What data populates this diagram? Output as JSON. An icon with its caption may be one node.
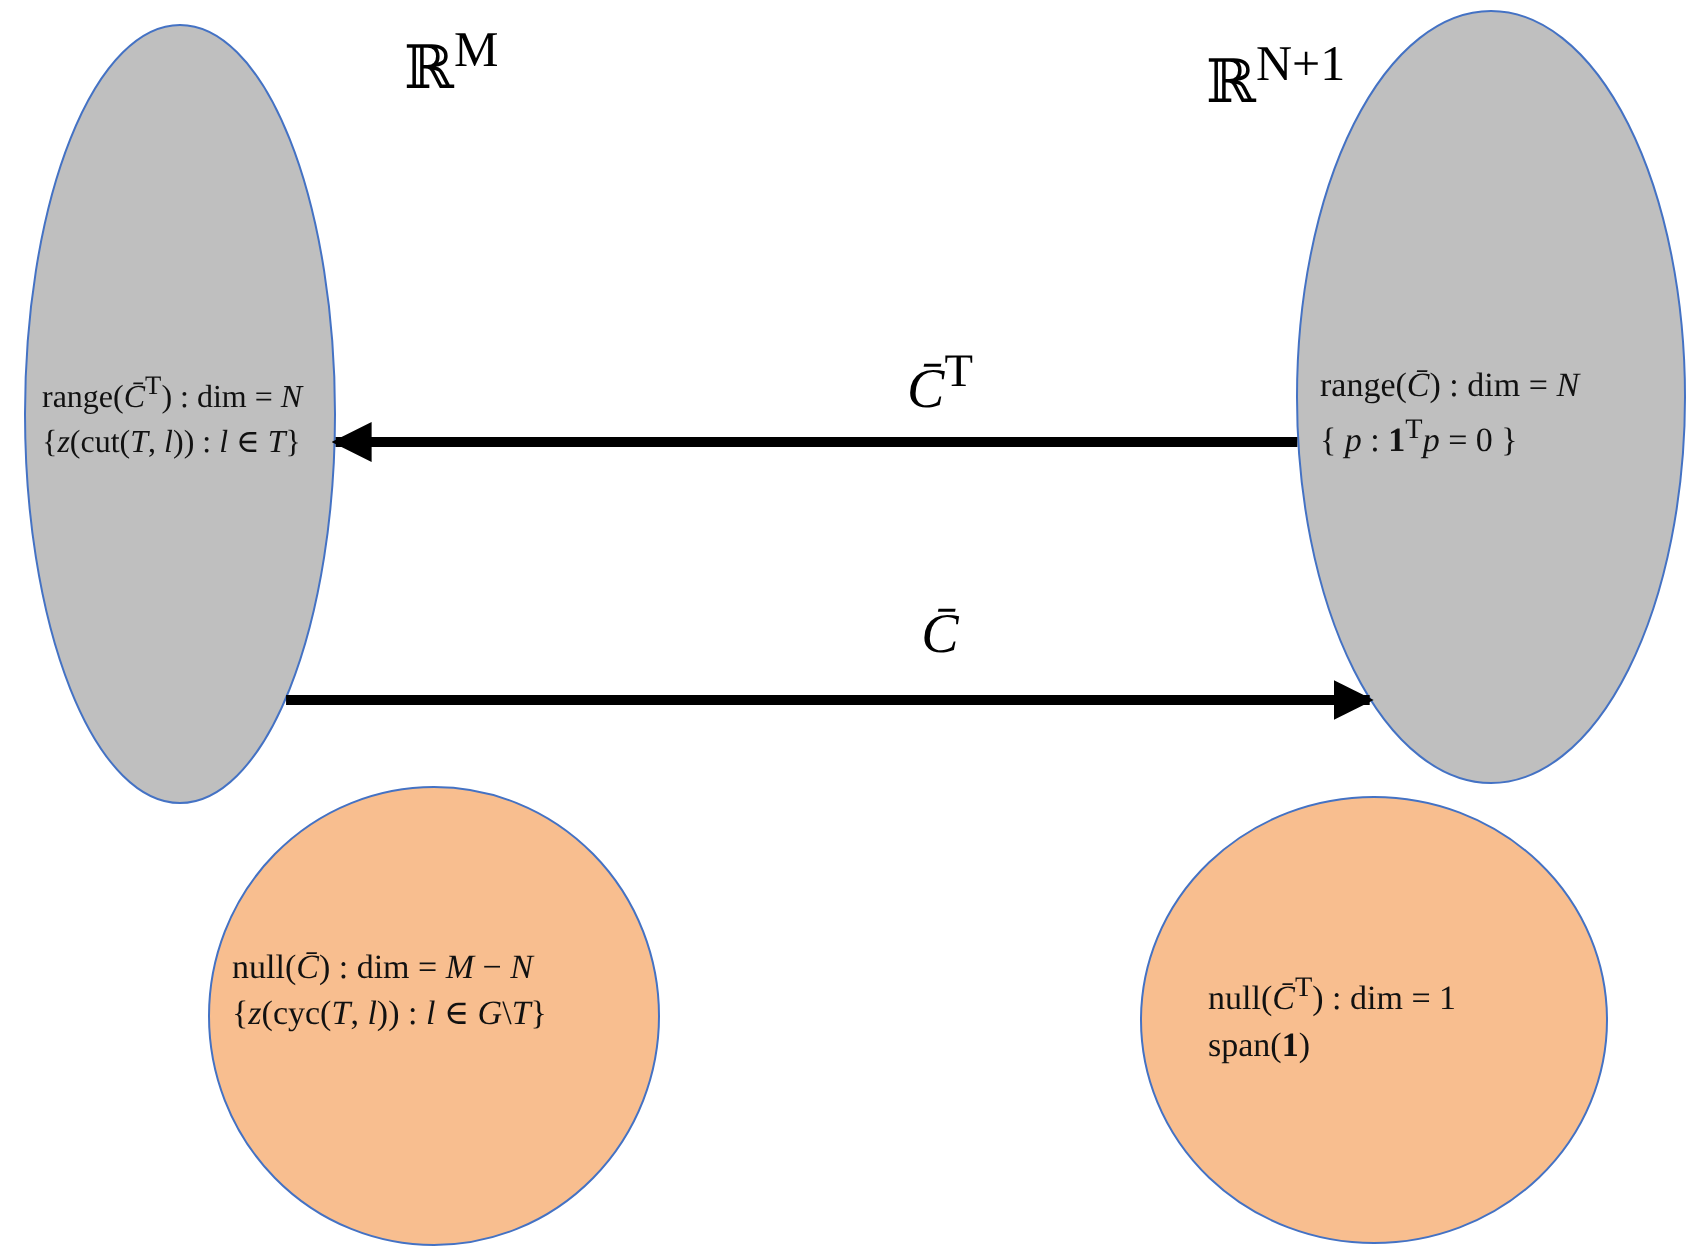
{
  "diagram": {
    "nodes": [
      {
        "text": [
          "ℝ$^{M}$",
          "range(*C̄*$^{T}$) : dim = *N*",
          "{*z*(cut(*T*, *l*)) : *l* ∈ *T*}"
        ]
      },
      {
        "text": [
          "ℝ$^{N+1}$",
          "range(*C̄*) : dim = *N*",
          "{ *p* :  **1**$^{T}$*p* = 0 }"
        ]
      },
      {
        "text": [
          "null(*C̄*) : dim = *M* − *N*",
          "{*z*(cyc(*T*, *l*)) : *l* ∈ *G*\\*T*}"
        ]
      },
      {
        "text": [
          "null(*C̄*$^{T}$) : dim = 1",
          "span(**1**)"
        ]
      }
    ],
    "edges": [
      {
        "from": 1,
        "to": 0,
        "arrow": "to",
        "label": "*C̄*$^{T}$"
      },
      {
        "from": 0,
        "to": 1,
        "arrow": "to",
        "label": "*C̄*"
      }
    ]
  }
}
